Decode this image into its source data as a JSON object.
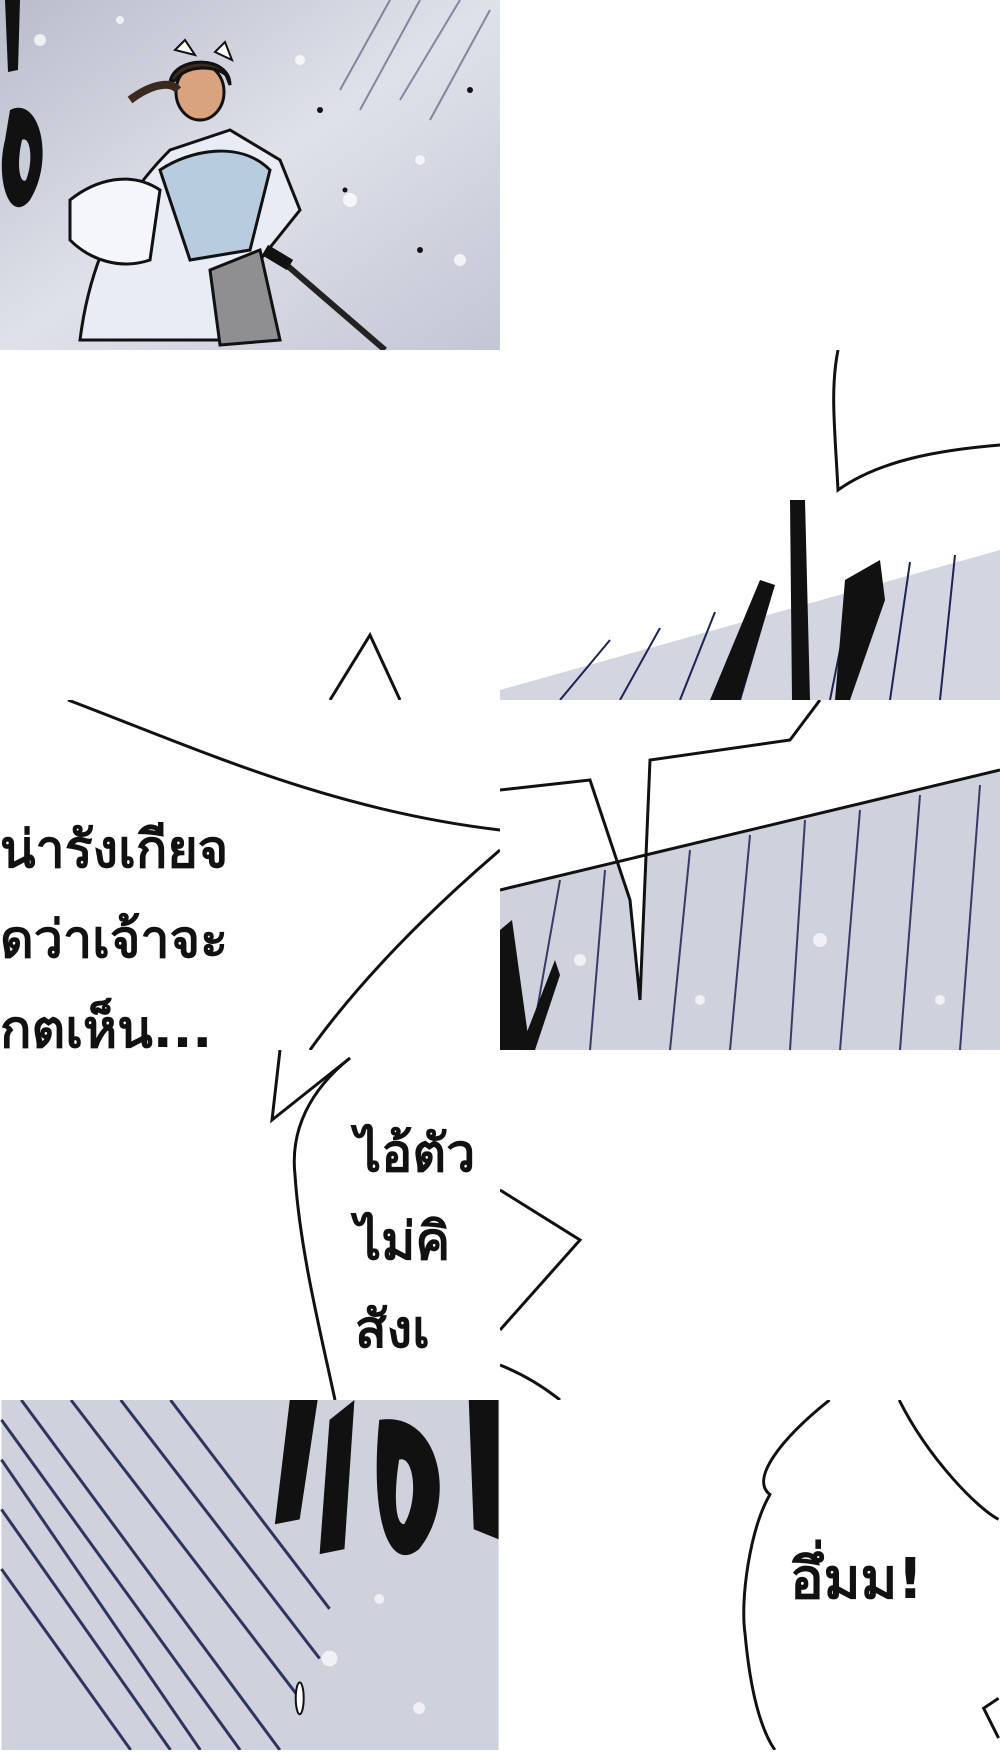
{
  "panels": {
    "bubble_1": {
      "lines": [
        "น่ารังเกียจ",
        "ดว่าเจ้าจะ",
        "กตเห็น..."
      ]
    },
    "bubble_2": {
      "lines": [
        "ไอ้ตัว",
        "ไม่คิ",
        "สังเ"
      ]
    },
    "bubble_3": {
      "line": "อึ่มม!"
    }
  },
  "colors": {
    "snow_bg": "#c9ccd9",
    "speed_line": "#1d2352",
    "ink": "#111111",
    "page_bg": "#ffffff"
  }
}
